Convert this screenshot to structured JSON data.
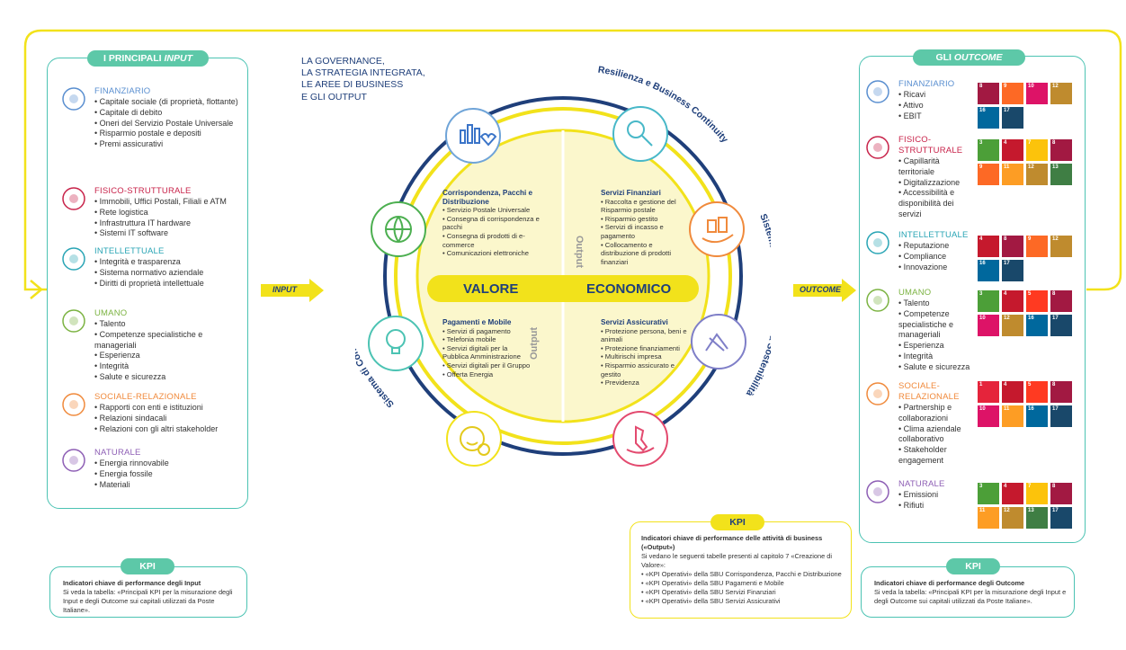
{
  "inputs": {
    "header": "I PRINCIPALI ",
    "header_em": "INPUT",
    "capitals": [
      {
        "title": "FINANZIARIO",
        "items": [
          "Capitale sociale (di proprietà, flottante)",
          "Capitale di debito",
          "Oneri del Servizio Postale Universale",
          "Risparmio postale e depositi",
          "Premi assicurativi"
        ]
      },
      {
        "title": "FISICO-STRUTTURALE",
        "items": [
          "Immobili, Uffici Postali, Filiali e ATM",
          "Rete logistica",
          "Infrastruttura IT hardware",
          "Sistemi IT software"
        ]
      },
      {
        "title": "INTELLETTUALE",
        "items": [
          "Integrità e trasparenza",
          "Sistema normativo aziendale",
          "Diritti di proprietà intellettuale"
        ]
      },
      {
        "title": "UMANO",
        "items": [
          "Talento",
          "Competenze specialistiche e manageriali",
          "Esperienza",
          "Integrità",
          "Salute e sicurezza"
        ]
      },
      {
        "title": "SOCIALE-RELAZIONALE",
        "items": [
          "Rapporti con enti e istituzioni",
          "Relazioni sindacali",
          "Relazioni con gli altri stakeholder"
        ]
      },
      {
        "title": "NATURALE",
        "items": [
          "Energia rinnovabile",
          "Energia fossile",
          "Materiali"
        ]
      }
    ]
  },
  "outcomes": {
    "header": "GLI ",
    "header_em": "OUTCOME",
    "capitals": [
      {
        "title": "FINANZIARIO",
        "items": [
          "Ricavi",
          "Attivo",
          "EBIT"
        ]
      },
      {
        "title": "FISICO-STRUTTURALE",
        "items": [
          "Capillarità territoriale",
          "Digitalizzazione",
          "Accessibilità e disponibilità dei servizi"
        ]
      },
      {
        "title": "INTELLETTUALE",
        "items": [
          "Reputazione",
          "Compliance",
          "Innovazione"
        ]
      },
      {
        "title": "UMANO",
        "items": [
          "Talento",
          "Competenze specialistiche e manageriali",
          "Esperienza",
          "Integrità",
          "Salute e sicurezza"
        ]
      },
      {
        "title": "SOCIALE-RELAZIONALE",
        "items": [
          "Partnership e collaborazioni",
          "Clima aziendale collaborativo",
          "Stakeholder engagement"
        ]
      },
      {
        "title": "NATURALE",
        "items": [
          "Emissioni",
          "Rifiuti"
        ]
      }
    ]
  },
  "center": {
    "intro_lines": [
      "LA GOVERNANCE,",
      "LA STRATEGIA INTEGRATA,",
      "LE AREE DI BUSINESS",
      "E GLI OUTPUT"
    ],
    "arc_left": "Sistema di Controllo Interno e Gestione dei Rischi",
    "arc_top": "Resilienza e Business Continuity",
    "arc_right": "Sistema di governance della Sostenibilità",
    "valore": "VALORE",
    "economico": "ECONOMICO",
    "output_word": "Output",
    "input_arrow": "INPUT",
    "outcome_arrow": "OUTCOME",
    "quadrants": [
      {
        "title": "Corrispondenza, Pacchi e Distribuzione",
        "items": [
          "Servizio Postale Universale",
          "Consegna di corrispondenza e pacchi",
          "Consegna di prodotti di e-commerce",
          "Comunicazioni elettroniche"
        ]
      },
      {
        "title": "Servizi Finanziari",
        "items": [
          "Raccolta e gestione del Risparmio postale",
          "Risparmio gestito",
          "Servizi di incasso e pagamento",
          "Collocamento e distribuzione di prodotti finanziari"
        ]
      },
      {
        "title": "Pagamenti e Mobile",
        "items": [
          "Servizi di pagamento",
          "Telefonia mobile",
          "Servizi digitali per la Pubblica Amministrazione",
          "Servizi digitali per il Gruppo",
          "Offerta Energia"
        ]
      },
      {
        "title": "Servizi Assicurativi",
        "items": [
          "Protezione persona, beni e animali",
          "Protezione finanziamenti",
          "Multirischi impresa",
          "Risparmio assicurato e gestito",
          "Previdenza"
        ]
      }
    ]
  },
  "kpi": {
    "label": "KPI",
    "left": {
      "title": "Indicatori chiave di performance degli Input",
      "text": "Si veda la tabella: «Principali KPI per la misurazione degli Input e degli Outcome sui capitali utilizzati da Poste Italiane»."
    },
    "middle": {
      "title": "Indicatori chiave di performance delle attività di business («Output»)",
      "text": "Si vedano le seguenti tabelle presenti al capitolo 7 «Creazione di Valore»:",
      "items": [
        "«KPI Operativi» della SBU Corrispondenza, Pacchi e Distribuzione",
        "«KPI Operativi» della SBU Pagamenti e Mobile",
        "«KPI Operativi» della SBU Servizi Finanziari",
        "«KPI Operativi» della SBU Servizi Assicurativi"
      ]
    },
    "right": {
      "title": "Indicatori chiave di performance degli Outcome",
      "text": "Si veda la tabella: «Principali KPI per la misurazione degli Input e degli Outcome sui capitali utilizzati da Poste Italiane»."
    }
  },
  "sdg_rows": [
    [
      {
        "n": "8",
        "c": "#A21942"
      },
      {
        "n": "9",
        "c": "#FD6925"
      },
      {
        "n": "10",
        "c": "#DD1367"
      },
      {
        "n": "12",
        "c": "#BF8B2E"
      },
      {
        "n": "16",
        "c": "#00689D"
      },
      {
        "n": "17",
        "c": "#19486A"
      }
    ],
    [
      {
        "n": "3",
        "c": "#4C9F38"
      },
      {
        "n": "4",
        "c": "#C5192D"
      },
      {
        "n": "7",
        "c": "#FCC30B"
      },
      {
        "n": "8",
        "c": "#A21942"
      },
      {
        "n": "9",
        "c": "#FD6925"
      },
      {
        "n": "11",
        "c": "#FD9D24"
      },
      {
        "n": "12",
        "c": "#BF8B2E"
      },
      {
        "n": "13",
        "c": "#3F7E44"
      }
    ],
    [
      {
        "n": "4",
        "c": "#C5192D"
      },
      {
        "n": "8",
        "c": "#A21942"
      },
      {
        "n": "9",
        "c": "#FD6925"
      },
      {
        "n": "12",
        "c": "#BF8B2E"
      },
      {
        "n": "16",
        "c": "#00689D"
      },
      {
        "n": "17",
        "c": "#19486A"
      }
    ],
    [
      {
        "n": "3",
        "c": "#4C9F38"
      },
      {
        "n": "4",
        "c": "#C5192D"
      },
      {
        "n": "5",
        "c": "#FF3A21"
      },
      {
        "n": "8",
        "c": "#A21942"
      },
      {
        "n": "10",
        "c": "#DD1367"
      },
      {
        "n": "12",
        "c": "#BF8B2E"
      },
      {
        "n": "16",
        "c": "#00689D"
      },
      {
        "n": "17",
        "c": "#19486A"
      }
    ],
    [
      {
        "n": "1",
        "c": "#E5243B"
      },
      {
        "n": "4",
        "c": "#C5192D"
      },
      {
        "n": "5",
        "c": "#FF3A21"
      },
      {
        "n": "8",
        "c": "#A21942"
      },
      {
        "n": "10",
        "c": "#DD1367"
      },
      {
        "n": "11",
        "c": "#FD9D24"
      },
      {
        "n": "16",
        "c": "#00689D"
      },
      {
        "n": "17",
        "c": "#19486A"
      }
    ],
    [
      {
        "n": "3",
        "c": "#4C9F38"
      },
      {
        "n": "4",
        "c": "#C5192D"
      },
      {
        "n": "7",
        "c": "#FCC30B"
      },
      {
        "n": "8",
        "c": "#A21942"
      },
      {
        "n": "11",
        "c": "#FD9D24"
      },
      {
        "n": "12",
        "c": "#BF8B2E"
      },
      {
        "n": "13",
        "c": "#3F7E44"
      },
      {
        "n": "17",
        "c": "#19486A"
      }
    ]
  ]
}
